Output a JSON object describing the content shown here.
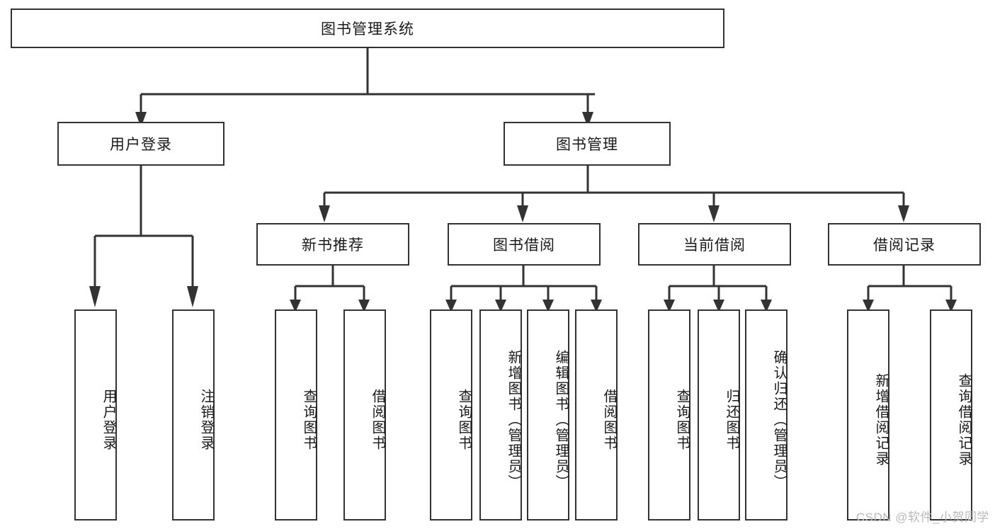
{
  "diagram": {
    "title": "图书管理系统",
    "type": "hierarchy-tree",
    "colors": {
      "background": "#ffffff",
      "border": "#333333",
      "text": "#1a1a1a",
      "connector": "#333333",
      "watermark": "#b9b9b9"
    },
    "levels": {
      "root": {
        "label": "图书管理系统",
        "orientation": "horizontal"
      },
      "level2": [
        {
          "label": "用户登录",
          "orientation": "horizontal"
        },
        {
          "label": "图书管理",
          "orientation": "horizontal"
        }
      ],
      "level3": [
        {
          "label": "新书推荐",
          "orientation": "horizontal",
          "parent": "图书管理"
        },
        {
          "label": "图书借阅",
          "orientation": "horizontal",
          "parent": "图书管理"
        },
        {
          "label": "当前借阅",
          "orientation": "horizontal",
          "parent": "图书管理"
        },
        {
          "label": "借阅记录",
          "orientation": "horizontal",
          "parent": "图书管理"
        }
      ],
      "leaves": {
        "user_login": [
          {
            "label": "用户登录",
            "orientation": "vertical"
          },
          {
            "label": "注销登录",
            "orientation": "vertical"
          }
        ],
        "new_book_recommend": [
          {
            "label": "查询图书",
            "orientation": "vertical"
          },
          {
            "label": "借阅图书",
            "orientation": "vertical"
          }
        ],
        "book_borrow": [
          {
            "label": "查询图书",
            "orientation": "vertical"
          },
          {
            "label": "新增图书（管理员）",
            "orientation": "vertical"
          },
          {
            "label": "编辑图书（管理员）",
            "orientation": "vertical"
          },
          {
            "label": "借阅图书",
            "orientation": "vertical"
          }
        ],
        "current_borrow": [
          {
            "label": "查询图书",
            "orientation": "vertical"
          },
          {
            "label": "归还图书",
            "orientation": "vertical"
          },
          {
            "label": "确认归还（管理员）",
            "orientation": "vertical"
          }
        ],
        "borrow_record": [
          {
            "label": "新增借阅记录",
            "orientation": "vertical"
          },
          {
            "label": "查询借阅记录",
            "orientation": "vertical"
          }
        ]
      }
    },
    "watermark": "CSDN @软件_小贺同学"
  }
}
